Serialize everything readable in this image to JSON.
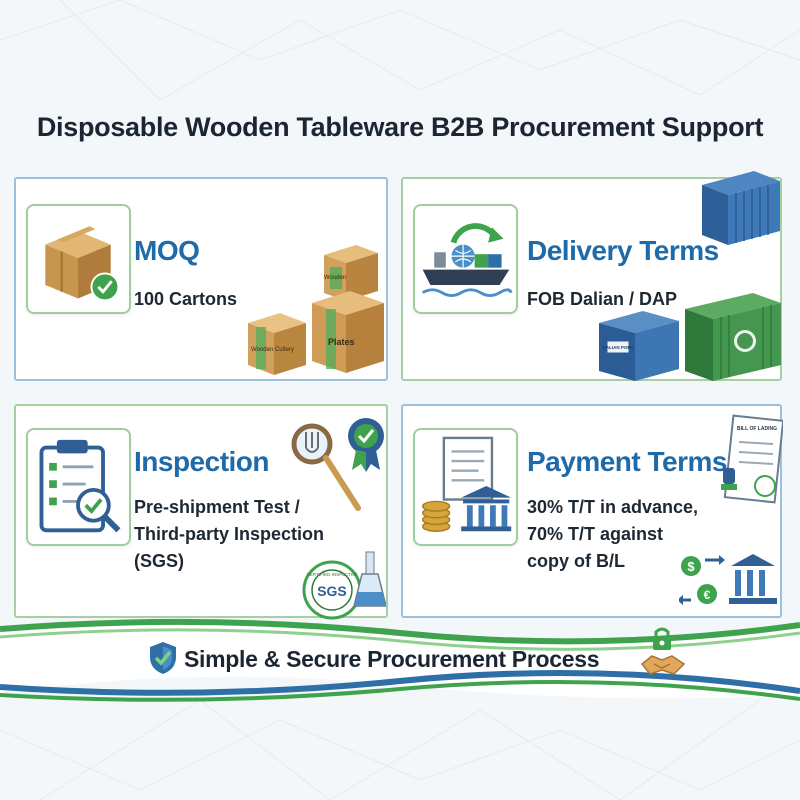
{
  "title": "Disposable Wooden Tableware B2B Procurement Support",
  "cards": {
    "moq": {
      "heading": "MOQ",
      "line1": "100 Cartons",
      "box_labels": [
        "Wooden Cutlery",
        "Plates"
      ]
    },
    "delivery": {
      "heading": "Delivery Terms",
      "line1": "FOB Dalian / DAP",
      "container_label": "DALIAN PORT"
    },
    "inspection": {
      "heading": "Inspection",
      "line1": "Pre-shipment Test /",
      "line2": "Third-party Inspection",
      "line3": "(SGS)",
      "stamp_text": "SGS",
      "stamp_ring": "CERTIFIED INSPECTED"
    },
    "payment": {
      "heading": "Payment Terms",
      "line1": "30% T/T in advance,",
      "line2": "70% T/T against",
      "line3": "copy of B/L",
      "doc_label": "BILL OF LADING"
    }
  },
  "footer": {
    "text": "Simple & Secure Procurement Process"
  },
  "colors": {
    "heading_blue": "#1f6aa8",
    "border_blue": "#9cc1de",
    "accent_green": "#3fa34d",
    "carton_brown": "#c89a5a"
  }
}
